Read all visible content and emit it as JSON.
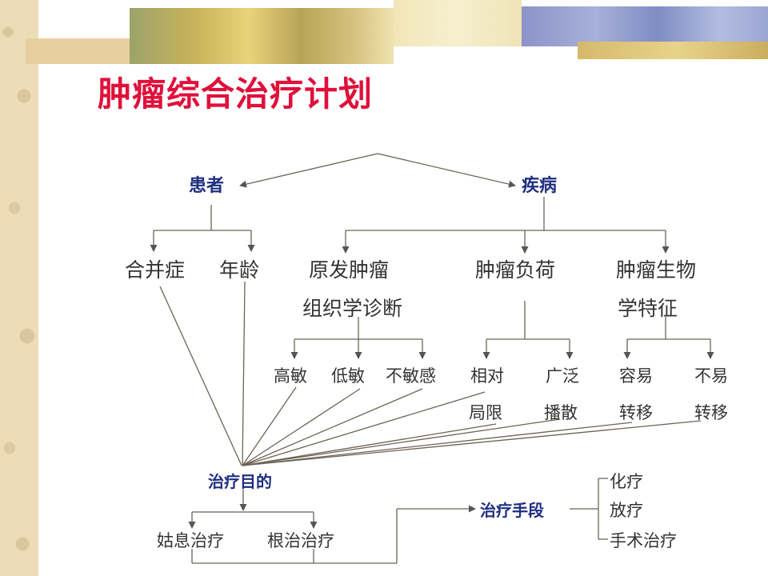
{
  "title": "肿瘤综合治疗计划",
  "nodes": {
    "patient": "患者",
    "disease": "疾病",
    "comorbidity": "合并症",
    "age": "年龄",
    "primary_dx_1": "原发肿瘤",
    "primary_dx_2": "组织学诊断",
    "burden": "肿瘤负荷",
    "biology_1": "肿瘤生物",
    "biology_2": "学特征",
    "high_sens": "高敏",
    "low_sens": "低敏",
    "insensitive": "不敏感",
    "localized_1": "相对",
    "localized_2": "局限",
    "widespread_1": "广泛",
    "widespread_2": "播散",
    "easy_meta_1": "容易",
    "easy_meta_2": "转移",
    "hard_meta_1": "不易",
    "hard_meta_2": "转移",
    "goal": "治疗目的",
    "palliative": "姑息治疗",
    "radical": "根治治疗",
    "means": "治疗手段",
    "chemo": "化疗",
    "radio": "放疗",
    "surgery": "手术治疗"
  }
}
